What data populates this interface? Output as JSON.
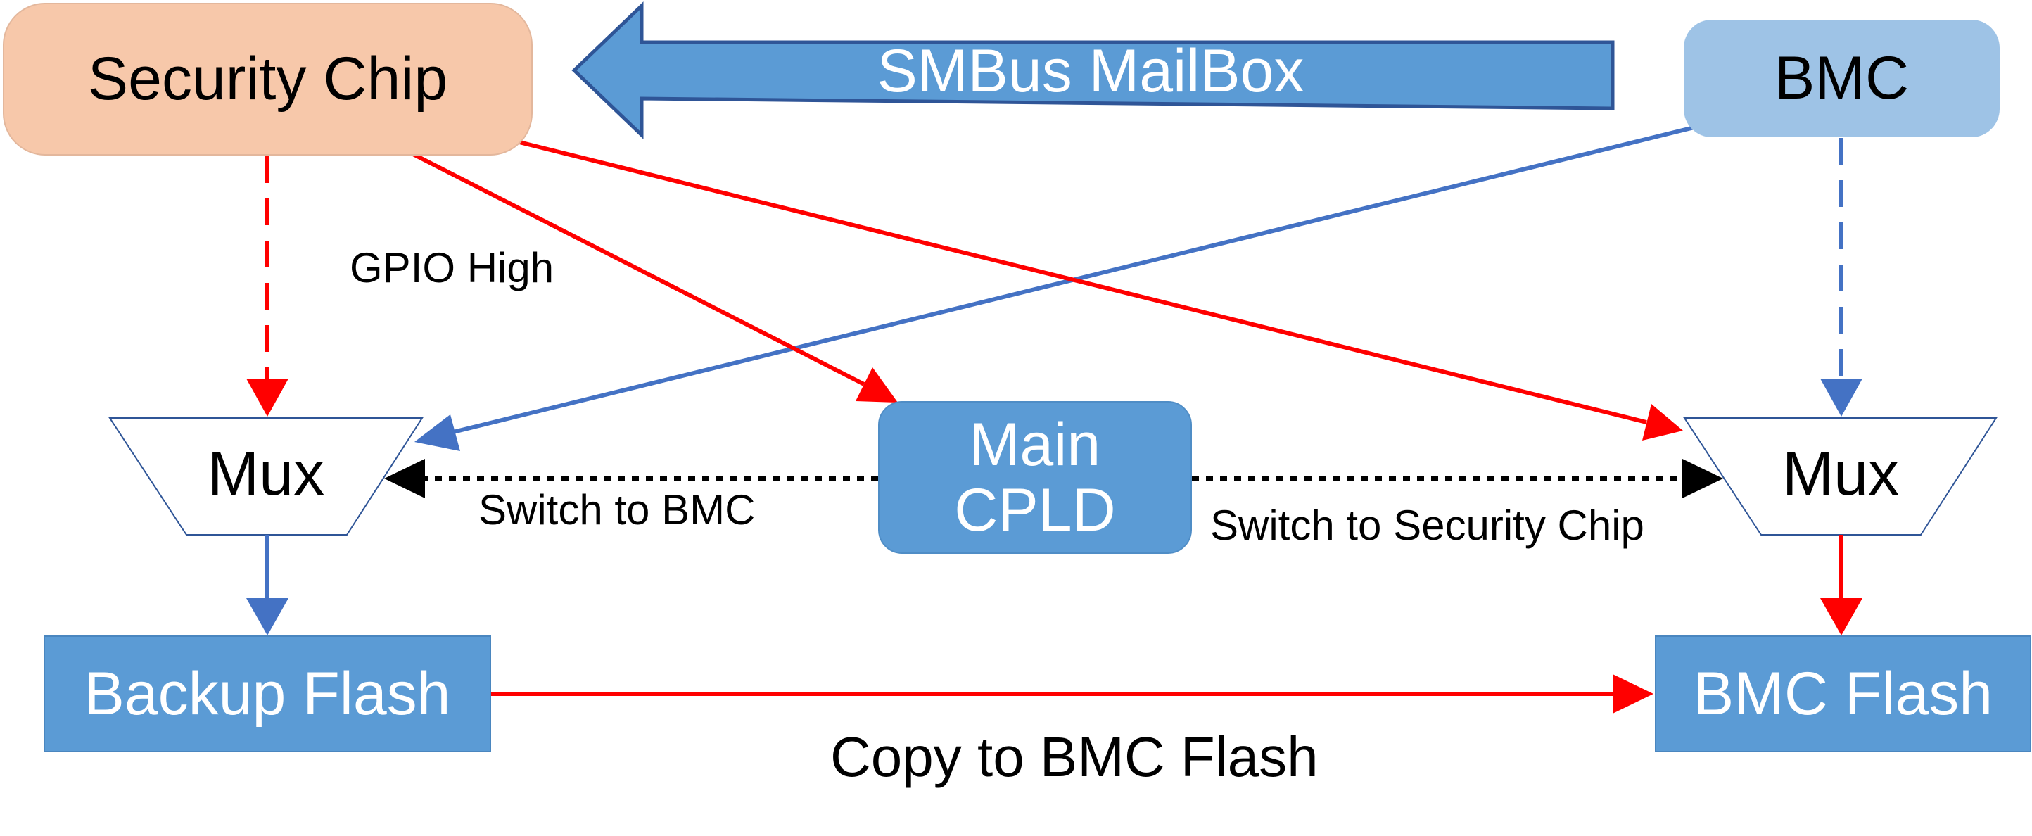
{
  "nodes": {
    "security_chip": "Security Chip",
    "bmc": "BMC",
    "main_cpld_line1": "Main",
    "main_cpld_line2": "CPLD",
    "mux_left": "Mux",
    "mux_right": "Mux",
    "backup_flash": "Backup Flash",
    "bmc_flash": "BMC Flash"
  },
  "labels": {
    "smbus_mailbox": "SMBus MailBox",
    "gpio_high": "GPIO High",
    "switch_to_bmc": "Switch to BMC",
    "switch_to_security_chip": "Switch to Security Chip",
    "copy_to_bmc_flash": "Copy to BMC Flash"
  },
  "colors": {
    "red_path": "#ff0000",
    "blue_path": "#4472c4",
    "box_fill": "#5b9bd5",
    "security_fill": "#f7c8aa",
    "bmc_fill": "#9ec3e6"
  }
}
